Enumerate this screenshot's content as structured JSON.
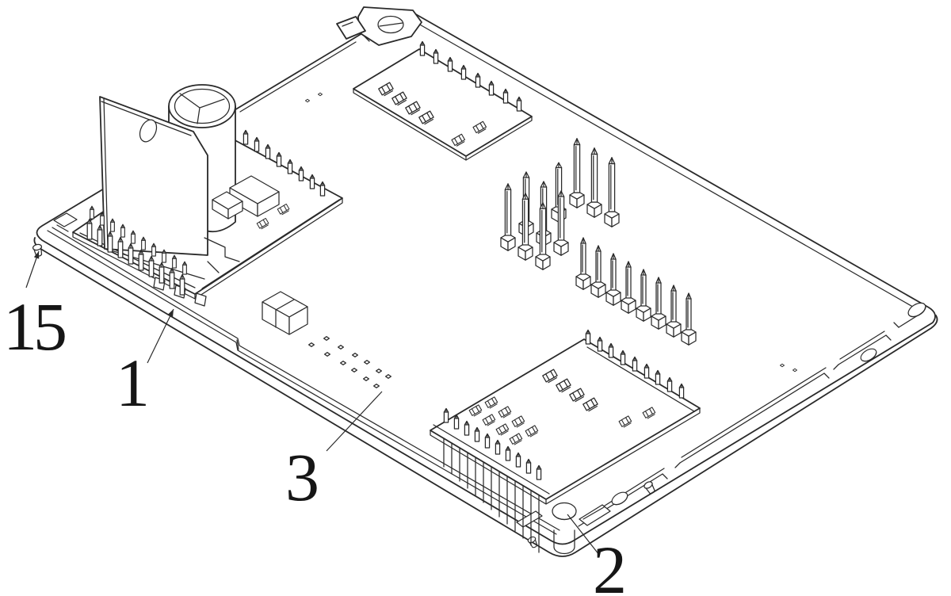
{
  "figure": {
    "type": "patent-line-drawing",
    "subject": "isometric view of a circuit board assembly",
    "background": "#ffffff",
    "line_color": "#2a2a2a",
    "label_color": "#161616",
    "labels": [
      {
        "ref": "15"
      },
      {
        "ref": "1"
      },
      {
        "ref": "3"
      },
      {
        "ref": "2"
      }
    ]
  }
}
